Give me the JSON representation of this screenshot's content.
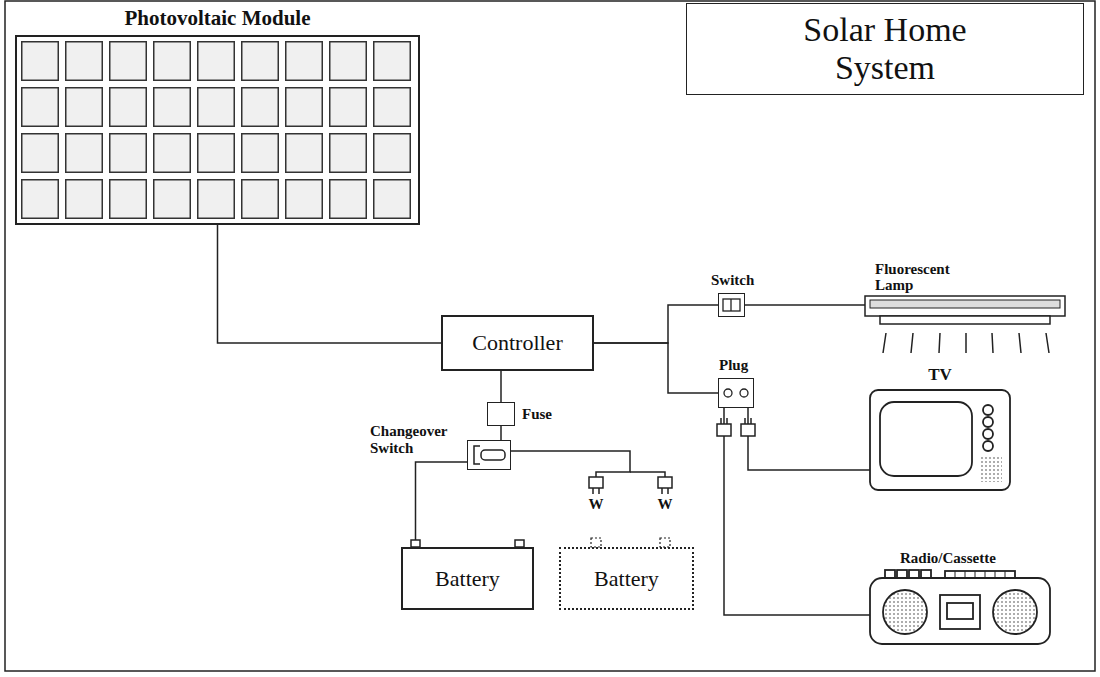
{
  "diagram": {
    "title": "Solar Home System",
    "nodes": [
      {
        "text": [
          "Photovoltaic Module"
        ]
      },
      {
        "text": [
          "Controller"
        ]
      },
      {
        "text": [
          "Fuse"
        ]
      },
      {
        "text": [
          "Changeover Switch"
        ]
      },
      {
        "text": [
          "Battery"
        ]
      },
      {
        "text": [
          "Battery"
        ]
      },
      {
        "text": [
          "Switch"
        ]
      },
      {
        "text": [
          "Fluorescent Lamp"
        ]
      },
      {
        "text": [
          "Plug"
        ]
      },
      {
        "text": [
          "TV"
        ]
      },
      {
        "text": [
          "Radio/Cassette"
        ]
      }
    ],
    "edges": [
      {
        "from": 0,
        "to": 1,
        "arrow": "none"
      },
      {
        "from": 1,
        "to": 6,
        "arrow": "none"
      },
      {
        "from": 1,
        "to": 8,
        "arrow": "none"
      },
      {
        "from": 6,
        "to": 7,
        "arrow": "none"
      },
      {
        "from": 1,
        "to": 2,
        "arrow": "none"
      },
      {
        "from": 2,
        "to": 3,
        "arrow": "none"
      },
      {
        "from": 3,
        "to": 4,
        "arrow": "none"
      },
      {
        "from": 3,
        "to": 5,
        "arrow": "none"
      },
      {
        "from": 8,
        "to": 9,
        "arrow": "none"
      },
      {
        "from": 8,
        "to": 10,
        "arrow": "none"
      }
    ],
    "labels": [
      "W",
      "W"
    ]
  }
}
